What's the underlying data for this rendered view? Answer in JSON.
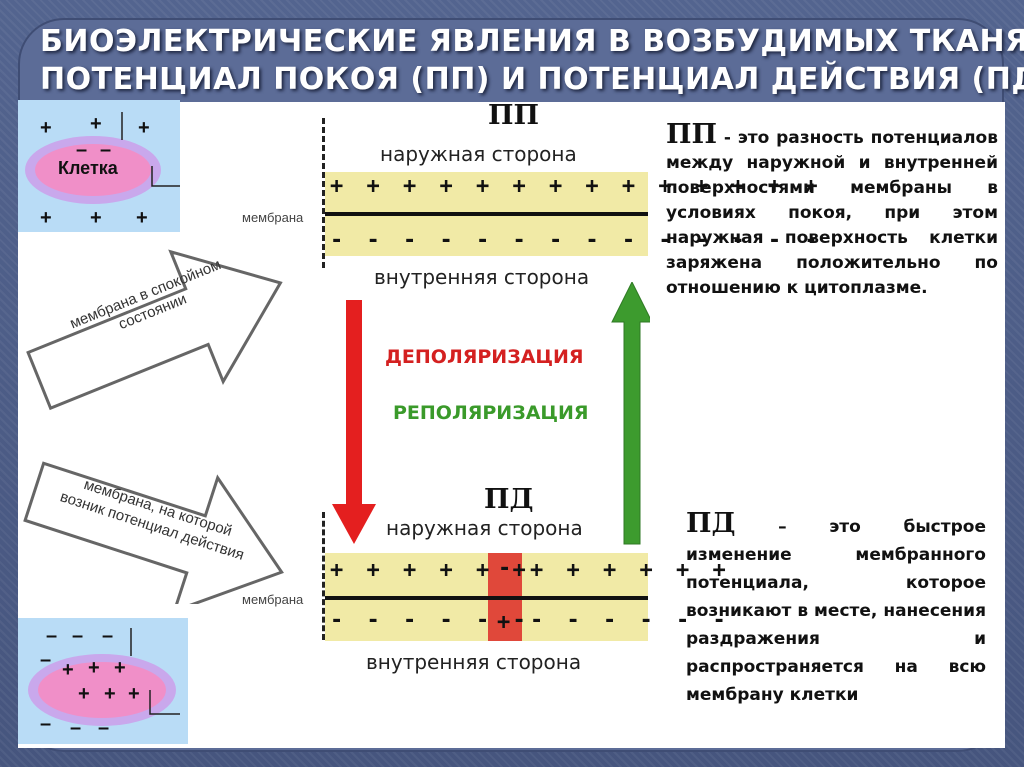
{
  "title": {
    "line1": "БИОЭЛЕКТРИЧЕСКИЕ ЯВЛЕНИЯ В ВОЗБУДИМЫХ ТКАНЯХ.",
    "line2": "ПОТЕНЦИАЛ  ПОКОЯ (ПП) И ПОТЕНЦИАЛ ДЕЙСТВИЯ (ПД)"
  },
  "cell_top": {
    "label": "Клетка"
  },
  "arrows": {
    "rest": {
      "line1": "мембрана в спокойном",
      "line2": "состоянии"
    },
    "action": {
      "line1": "мембрана, на которой",
      "line2": "возник потенциал действия"
    }
  },
  "pp_diagram": {
    "heading": "ПП",
    "outer": "наружная сторона",
    "inner": "внутренняя сторона",
    "membrane": "мембрана"
  },
  "pd_diagram": {
    "heading": "ПД",
    "outer": "наружная сторона",
    "inner": "внутренняя сторона",
    "membrane": "мембрана"
  },
  "process": {
    "depolarization": "ДЕПОЛЯРИЗАЦИЯ",
    "repolarization": "РЕПОЛЯРИЗАЦИЯ",
    "depol_color": "#d42020",
    "repol_color": "#3a9a2a"
  },
  "pp_def": {
    "term": "ПП",
    "text": " - это разность потенциалов между наружной и внутренней поверхностями мембраны в условиях покоя, при этом наружная поверхность клетки заряжена положительно по отношению к цитоплазме."
  },
  "pd_def": {
    "term": "ПД",
    "text": " – это быстрое изменение мембранного потенциала, которое возникают в месте, нанесения раздражения и распространяется на всю мембрану клетки"
  },
  "colors": {
    "cell_fill": "#f08fc8",
    "cell_ring": "#c9a8ec",
    "cell_box": "#b9dcf6",
    "strip": "#f1eaa6",
    "depol_zone": "#e0483a"
  },
  "signs": {
    "plus": "+",
    "minus": "–"
  }
}
